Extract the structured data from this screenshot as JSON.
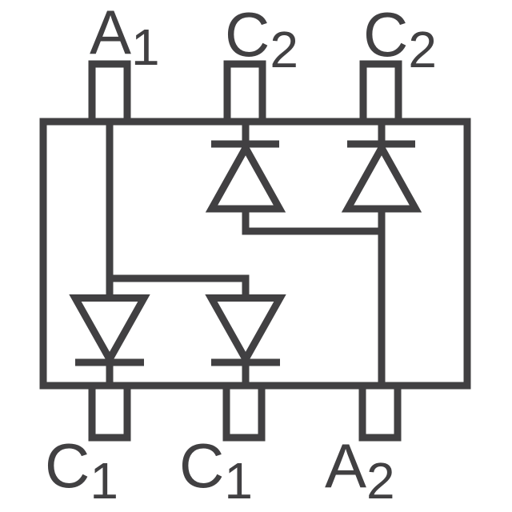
{
  "diagram": {
    "stroke_color": "#414042",
    "background_color": "#ffffff",
    "pin_labels": {
      "top": [
        {
          "main": "A",
          "sub": "1"
        },
        {
          "main": "C",
          "sub": "2"
        },
        {
          "main": "C",
          "sub": "2"
        }
      ],
      "bottom": [
        {
          "main": "C",
          "sub": "1"
        },
        {
          "main": "C",
          "sub": "1"
        },
        {
          "main": "A",
          "sub": "2"
        }
      ]
    }
  }
}
